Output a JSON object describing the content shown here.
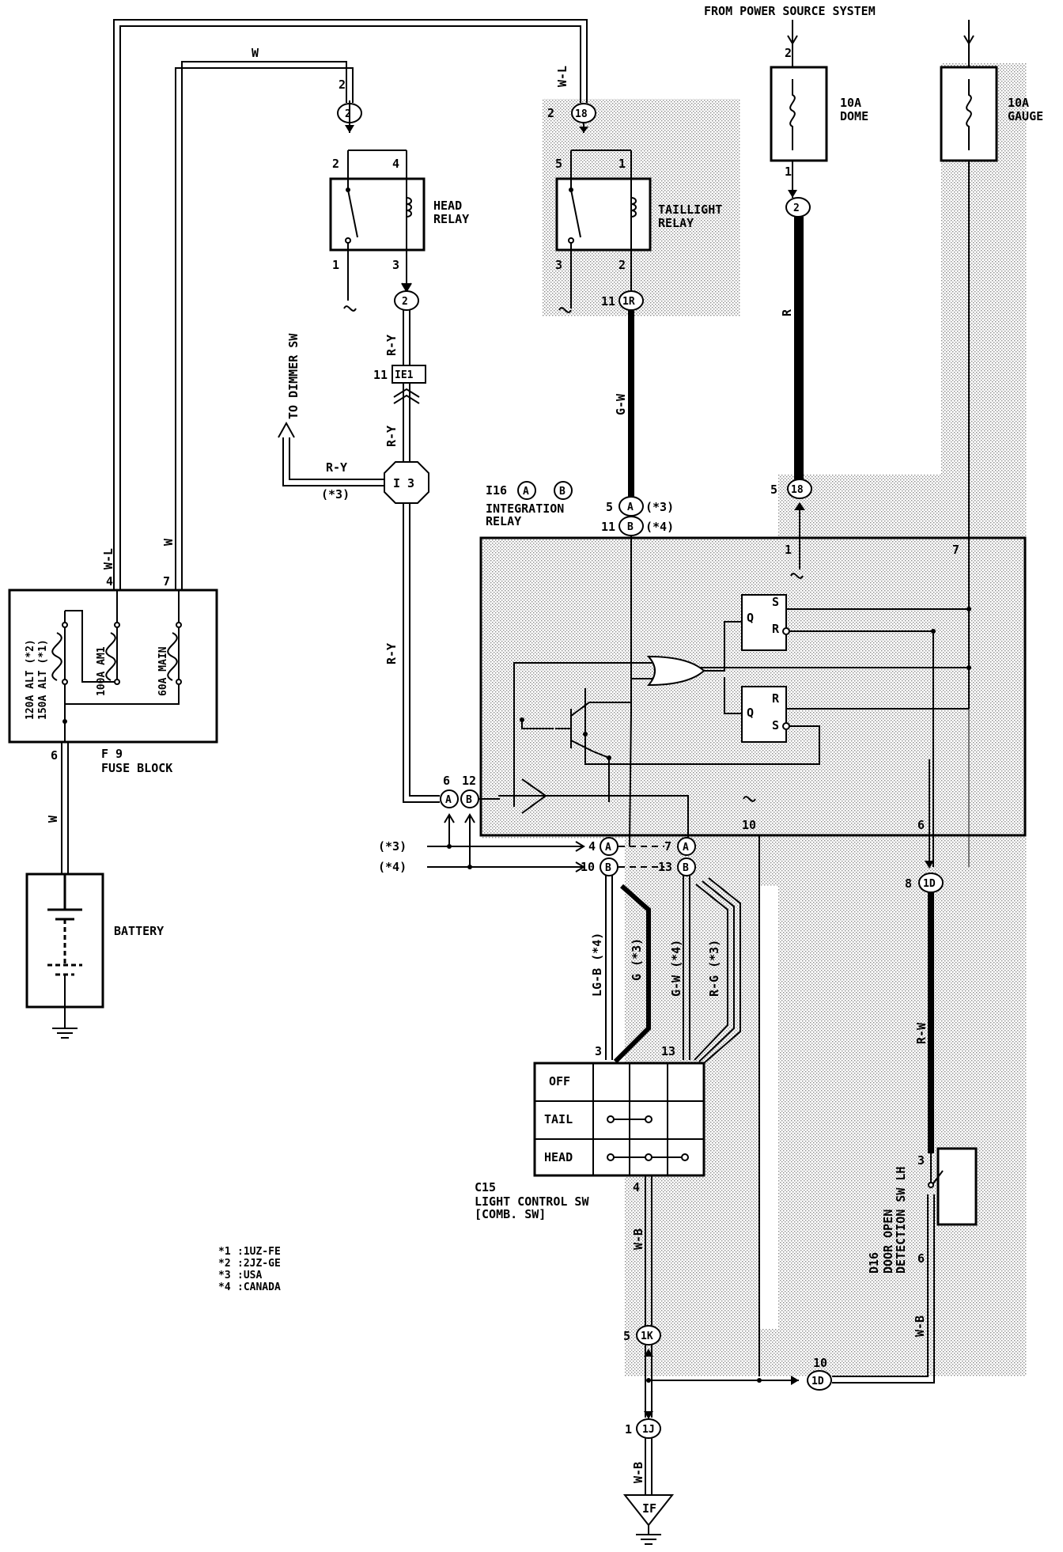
{
  "header": {
    "power_source": "FROM POWER SOURCE SYSTEM"
  },
  "fuses": {
    "dome": {
      "rating": "10A",
      "name": "DOME",
      "pin_top": "2",
      "pin_bottom": "1"
    },
    "gauge": {
      "rating": "10A",
      "name": "GAUGE"
    }
  },
  "head_relay": {
    "line1": "HEAD",
    "line2": "RELAY",
    "pins": [
      "2",
      "4",
      "1",
      "3"
    ]
  },
  "taillight_relay": {
    "line1": "TAILLIGHT",
    "line2": "RELAY",
    "pins": [
      "5",
      "1",
      "3",
      "2"
    ]
  },
  "connectors": {
    "c2_top": "2",
    "c18_top": "18",
    "c2_head": "2",
    "ie1": "IE1",
    "ie1_pin": "11",
    "i3": "I 3",
    "c1r": "1R",
    "c1r_pin": "11",
    "c2_dome": "2",
    "c18_mid": "18",
    "c18_mid_pin": "5",
    "c1d_a": "1D",
    "c1d_a_pin": "8",
    "c1d_b": "1D",
    "c1d_b_pin": "10",
    "c1k": "1K",
    "c1k_pin": "5",
    "c1j": "1J",
    "c1j_pin": "1",
    "ground_if": "IF",
    "c2_top_pin": "2",
    "c18_top_pin": "2"
  },
  "dimmer": {
    "label": "TO DIMMER SW",
    "note": "(*3)"
  },
  "integration_relay": {
    "id": "I16",
    "a": "A",
    "b": "B",
    "line1": "INTEGRATION",
    "line2": "RELAY",
    "top_a_pin": "5",
    "top_a_note": "(*3)",
    "top_b_pin": "11",
    "top_b_note": "(*4)",
    "left_a_pin": "6",
    "left_b_pin": "12",
    "inner_pins": {
      "p1": "1",
      "p7": "7",
      "p10": "10",
      "p6": "6"
    },
    "bottom": {
      "a4": "4",
      "a7": "7",
      "b10": "10",
      "b13": "13",
      "note3": "(*3)",
      "note4": "(*4)"
    },
    "ff_top": [
      "S",
      "R",
      "Q"
    ],
    "ff_bottom": [
      "R",
      "S",
      "Q"
    ]
  },
  "fuse_block": {
    "id": "F 9",
    "name": "FUSE BLOCK",
    "pin4": "4",
    "pin7": "7",
    "pin6": "6",
    "alt1": "120A ALT (*2)",
    "alt2": "150A ALT (*1)",
    "am1": "100A AM1",
    "main": "60A MAIN"
  },
  "battery": {
    "label": "BATTERY"
  },
  "wires": {
    "w_top": "W",
    "wl_top": "W-L",
    "wl_left": "W-L",
    "w_left": "W",
    "w_batt": "W",
    "ry1": "R-Y",
    "ry2": "R-Y",
    "ry3": "R-Y",
    "ry_dimmer": "R-Y",
    "gw_mid": "G-W",
    "r_dome": "R",
    "lgb": "LG-B (*4)",
    "g": "G (*3)",
    "gw": "G-W (*4)",
    "rg": "R-G (*3)",
    "rw": "R-W",
    "wb_sw": "W-B",
    "wb_door": "W-B",
    "wb_gnd": "W-B"
  },
  "light_control": {
    "id": "C15",
    "line1": "LIGHT CONTROL SW",
    "line2": "[COMB. SW]",
    "pin3": "3",
    "pin13": "13",
    "pin4": "4",
    "rows": [
      "OFF",
      "TAIL",
      "HEAD"
    ]
  },
  "door_switch": {
    "id": "D16",
    "line1": "DOOR OPEN",
    "line2": "DETECTION SW LH",
    "pin3": "3",
    "pin6": "6"
  },
  "legend": [
    {
      "key": "*1",
      "value": ":1UZ-FE"
    },
    {
      "key": "*2",
      "value": ":2JZ-GE"
    },
    {
      "key": "*3",
      "value": ":USA"
    },
    {
      "key": "*4",
      "value": ":CANADA"
    }
  ]
}
